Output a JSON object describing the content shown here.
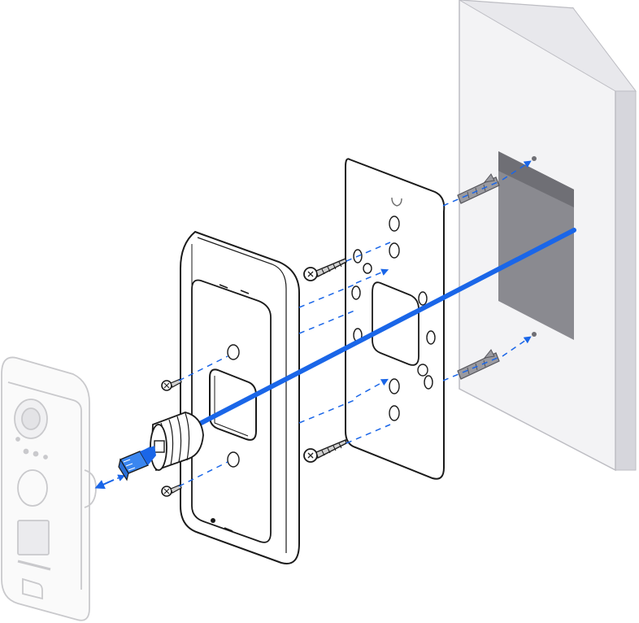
{
  "diagram": {
    "kind": "exploded-installation-view",
    "parts": [
      {
        "id": "wall",
        "icon": "wall-icon"
      },
      {
        "id": "wall-cutout",
        "icon": "rectangle-cutout-icon"
      },
      {
        "id": "wall-anchor",
        "icon": "anchor-icon",
        "count": 2
      },
      {
        "id": "mounting-plate",
        "icon": "logo-plate-icon"
      },
      {
        "id": "long-screw",
        "icon": "screw-icon",
        "count": 2
      },
      {
        "id": "angled-bracket",
        "icon": "bracket-icon"
      },
      {
        "id": "short-screw",
        "icon": "screw-icon",
        "count": 2
      },
      {
        "id": "cable-grommet",
        "icon": "grommet-icon"
      },
      {
        "id": "ethernet-connector",
        "icon": "rj45-icon"
      },
      {
        "id": "doorbell-camera",
        "icon": "doorbell-icon"
      }
    ],
    "colors": {
      "arrow": "#1a66e8",
      "outline": "#1a1a1a",
      "wall_face": "#f3f3f5",
      "wall_side": "#d6d6dc",
      "cutout": "#8a8a90",
      "ghost": "#c9c9cc",
      "part_fill": "#ffffff",
      "anchor": "#9a9aa0"
    }
  }
}
